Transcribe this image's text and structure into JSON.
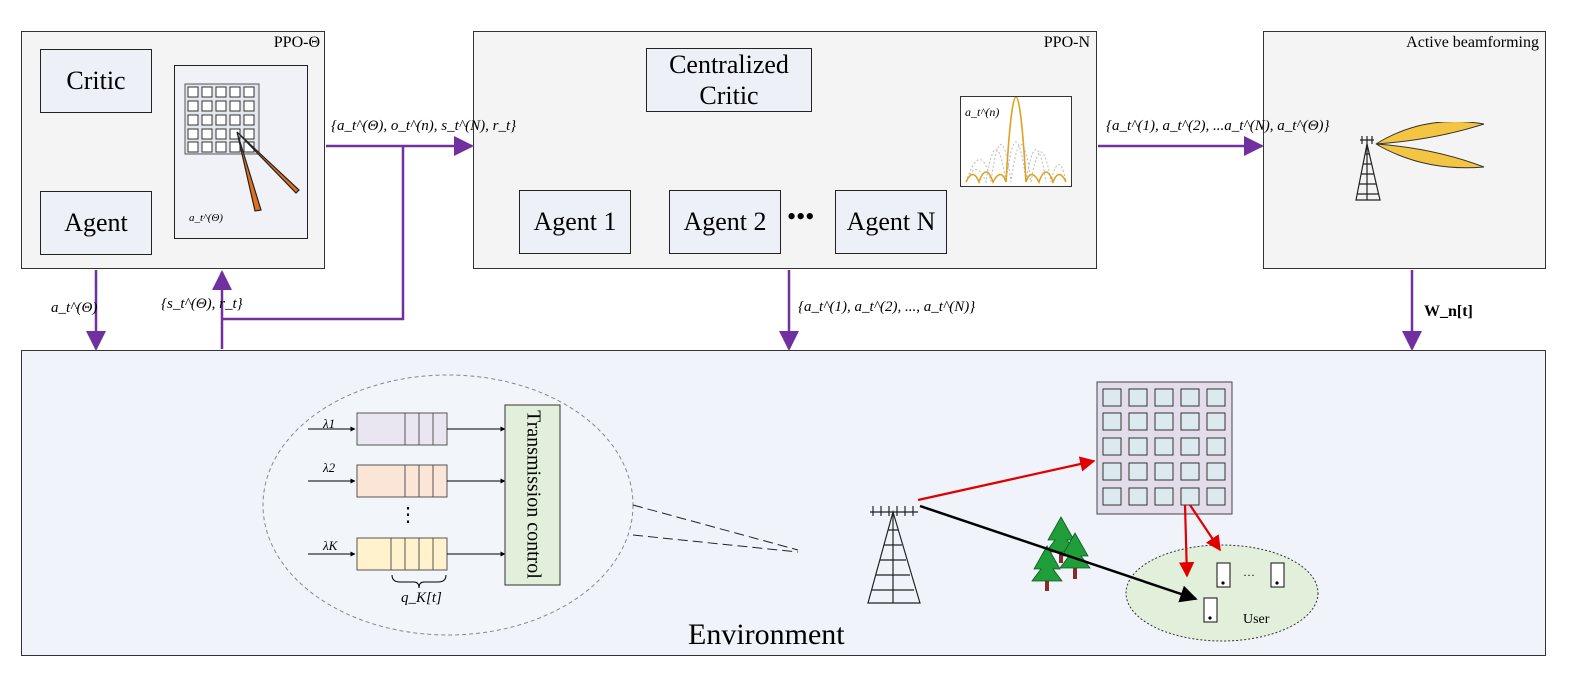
{
  "ppo_theta": {
    "title": "PPO-Θ",
    "critic": "Critic",
    "agent": "Agent",
    "array_label": "a_t^(Θ)"
  },
  "ppo_n": {
    "title": "PPO-N",
    "central_critic": "Centralized Critic",
    "agents": [
      "Agent 1",
      "Agent 2",
      "Agent N"
    ],
    "ellipsis": "•••",
    "beam_label": "a_t^(n)"
  },
  "active": {
    "title": "Active beamforming"
  },
  "signals": {
    "theta_to_n": "{a_t^(Θ), o_t^(n), s_t^(N), r_t}",
    "n_to_active": "{a_t^(1), a_t^(2), ...a_t^(N), a_t^(Θ)}",
    "theta_action": "a_t^(Θ)",
    "theta_state": "{s_t^(Θ), r_t}",
    "n_actions": "{a_t^(1), a_t^(2), ..., a_t^(N)}",
    "beam_weights": "W_n[t]"
  },
  "environment": {
    "title": "Environment",
    "queues": [
      "λ1",
      "λ2",
      "λK"
    ],
    "vdots": "⋮",
    "queue_label": "q_K[t]",
    "transmission": "Transmission control",
    "user": "User",
    "user_dots": "···"
  }
}
